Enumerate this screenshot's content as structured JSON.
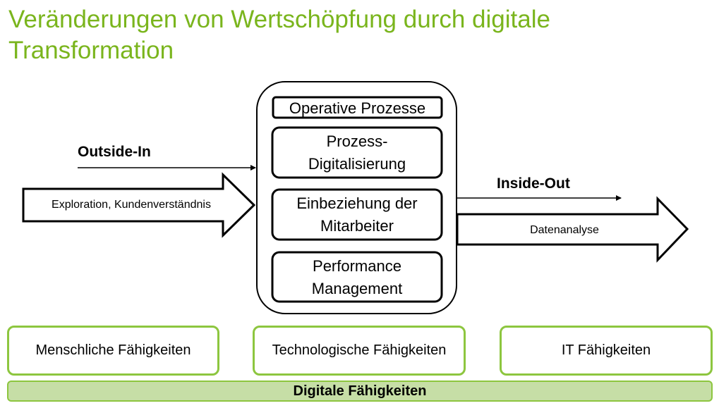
{
  "title": "Veränderungen von Wertschöpfung durch digitale Transformation",
  "center": {
    "header": "Operative Prozesse",
    "boxes": [
      {
        "line1": "Prozess-",
        "line2": "Digitalisierung"
      },
      {
        "line1": "Einbeziehung der",
        "line2": "Mitarbeiter"
      },
      {
        "line1": "Performance",
        "line2": "Management"
      }
    ]
  },
  "left": {
    "heading": "Outside-In",
    "arrow_text": "Exploration, Kundenverständnis"
  },
  "right": {
    "heading": "Inside-Out",
    "arrow_text": "Datenanalyse"
  },
  "capabilities": [
    "Menschliche Fähigkeiten",
    "Technologische Fähigkeiten",
    "IT Fähigkeiten"
  ],
  "foundation": "Digitale Fähigkeiten",
  "colors": {
    "accent": "#7ab51d",
    "box_border": "#8dc63f",
    "bar_fill": "#c6dea6"
  }
}
